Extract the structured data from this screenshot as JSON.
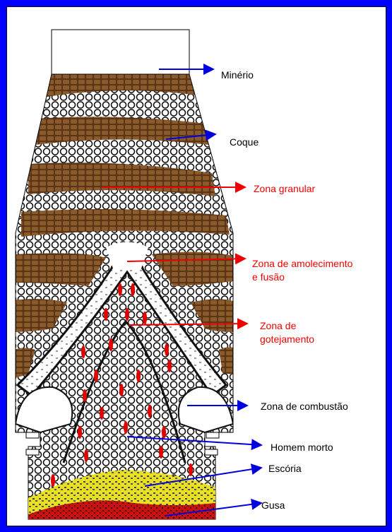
{
  "labels": {
    "minerio": "Minério",
    "coque": "Coque",
    "zona_granular": "Zona granular",
    "zona_amolecimento_1": "Zona de amolecimento",
    "zona_amolecimento_2": "e fusão",
    "zona_gotejamento_1": "Zona de",
    "zona_gotejamento_2": "gotejamento",
    "zona_combustao": "Zona de combustão",
    "homem_morto": "Homem morto",
    "escoria": "Escória",
    "gusa": "Gusa"
  },
  "colors": {
    "frame": "#0000ff",
    "ore_layer": "#7a4a24",
    "coke": "#ffffff",
    "softening_zone": "#ffffff",
    "slag": "#e8e020",
    "hot_metal": "#cc1010",
    "droplets": "#e00000",
    "arrow_blue": "#0000dd",
    "arrow_red": "#ee0000",
    "label_red": "#ee0000",
    "label_black": "#000000"
  }
}
